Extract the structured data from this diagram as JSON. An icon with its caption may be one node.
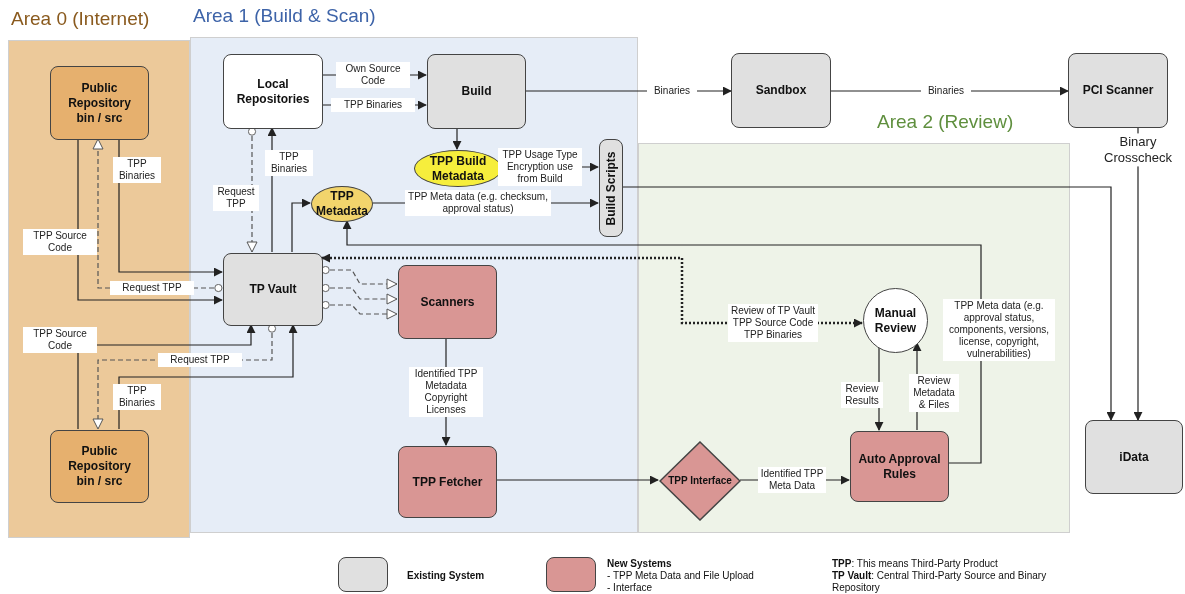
{
  "diagram": {
    "nodes": [
      {
        "text": [
          "Area 0 (Internet)"
        ]
      },
      {
        "text": [
          "Public Repository bin / src"
        ],
        "in": 0
      },
      {
        "text": [
          "Public Repository bin / src"
        ],
        "in": 0
      },
      {
        "text": [
          "Area 1 (Build & Scan)"
        ]
      },
      {
        "text": [
          "Local Repositories"
        ],
        "in": 3
      },
      {
        "text": [
          "Build"
        ],
        "in": 3
      },
      {
        "text": [
          "TPP Build Metadata"
        ],
        "in": 3
      },
      {
        "text": [
          "TPP Metadata"
        ],
        "in": 3
      },
      {
        "text": [
          "Build Scripts"
        ],
        "in": 3
      },
      {
        "text": [
          "TP Vault"
        ],
        "in": 3
      },
      {
        "text": [
          "Scanners"
        ],
        "in": 3
      },
      {
        "text": [
          "TPP Fetcher"
        ],
        "in": 3
      },
      {
        "text": [
          "Sandbox"
        ]
      },
      {
        "text": [
          "PCI Scanner"
        ]
      },
      {
        "text": [
          "Area 2 (Review)"
        ]
      },
      {
        "text": [
          "Manual Review"
        ],
        "in": 14
      },
      {
        "text": [
          "TPP Interface"
        ],
        "in": 14
      },
      {
        "text": [
          "Auto Approval Rules"
        ],
        "in": 14
      },
      {
        "text": [
          "iData"
        ]
      }
    ],
    "edges": [
      {
        "from": 1,
        "to": 9,
        "arrow": "to",
        "label": "TPP Binaries"
      },
      {
        "from": 1,
        "to": 9,
        "arrow": "to",
        "label": "TPP Source Code"
      },
      {
        "from": 9,
        "to": 1,
        "arrow": "to",
        "label": "Request TPP",
        "style": "dashed"
      },
      {
        "from": 2,
        "to": 9,
        "arrow": "to",
        "label": "TPP Source Code"
      },
      {
        "from": 9,
        "to": 2,
        "arrow": "to",
        "label": "Request TPP",
        "style": "dashed"
      },
      {
        "from": 2,
        "to": 9,
        "arrow": "to",
        "label": "TPP Binaries"
      },
      {
        "from": 4,
        "to": 5,
        "arrow": "to",
        "label": "Own Source Code"
      },
      {
        "from": 4,
        "to": 5,
        "arrow": "to",
        "label": "TPP Binaries"
      },
      {
        "from": 9,
        "to": 4,
        "arrow": "to",
        "label": "TPP Binaries"
      },
      {
        "from": 4,
        "to": 9,
        "arrow": "to",
        "label": "Request TPP",
        "style": "dashed"
      },
      {
        "from": 9,
        "to": 7,
        "arrow": "to"
      },
      {
        "from": 9,
        "to": 10,
        "arrow": "to",
        "style": "dashed"
      },
      {
        "from": 9,
        "to": 10,
        "arrow": "to",
        "style": "dashed"
      },
      {
        "from": 9,
        "to": 10,
        "arrow": "to",
        "style": "dashed"
      },
      {
        "from": 5,
        "to": 6,
        "arrow": "to"
      },
      {
        "from": 6,
        "to": 8,
        "arrow": "to",
        "label": "TPP Usage Type Encryption use from Build"
      },
      {
        "from": 7,
        "to": 8,
        "arrow": "to",
        "label": "TPP Meta data (e.g. checksum, approval status)"
      },
      {
        "from": 5,
        "to": 12,
        "arrow": "to",
        "label": "Binaries"
      },
      {
        "from": 12,
        "to": 13,
        "arrow": "to",
        "label": "Binaries"
      },
      {
        "from": 13,
        "to": 18,
        "arrow": "to",
        "label": "Binary Crosscheck"
      },
      {
        "from": 8,
        "to": 18,
        "arrow": "to"
      },
      {
        "from": 10,
        "to": 11,
        "arrow": "to",
        "label": "Identified TPP Metadata Copyright Licenses"
      },
      {
        "from": 11,
        "to": 16,
        "arrow": "to"
      },
      {
        "from": 16,
        "to": 17,
        "arrow": "to",
        "label": "Identified TPP Meta Data"
      },
      {
        "from": 15,
        "to": 17,
        "arrow": "to",
        "label": "Review Results"
      },
      {
        "from": 17,
        "to": 15,
        "arrow": "to",
        "label": "Review Metadata & Files"
      },
      {
        "from": 17,
        "to": 7,
        "arrow": "to",
        "label": "TPP Meta data (e.g. approval status, components, versions, license, copyright, vulnerabilities)"
      },
      {
        "from": 9,
        "to": 15,
        "arrow": "both",
        "label": "Review of TP Vault TPP Source Code TPP Binaries",
        "style": "dashed"
      }
    ],
    "labels": [
      "- TPP Meta Data and File Upload",
      "- Interface",
      "**TPP**: This means Third-Party Product",
      "**TP Vault**: Central Third-Party Source and Binary Repository"
    ],
    "legend": [
      {
        "text": "Existing System",
        "color": "#e0e0e0"
      },
      {
        "text": "New Systems",
        "color": "#d99694"
      }
    ]
  }
}
